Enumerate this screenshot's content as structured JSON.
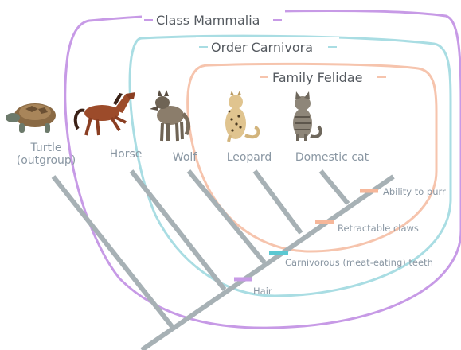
{
  "groups": {
    "mammalia": {
      "label": "Class Mammalia",
      "color": "#c79ae6"
    },
    "carnivora": {
      "label": "Order Carnivora",
      "color": "#a9dde3"
    },
    "felidae": {
      "label": "Family Felidae",
      "color": "#f6c4ad"
    }
  },
  "taxa": {
    "turtle": {
      "line1": "Turtle",
      "line2": "(outgroup)",
      "icon": "turtle-icon"
    },
    "horse": {
      "label": "Horse",
      "icon": "horse-icon"
    },
    "wolf": {
      "label": "Wolf",
      "icon": "wolf-icon"
    },
    "leopard": {
      "label": "Leopard",
      "icon": "leopard-icon"
    },
    "cat": {
      "label": "Domestic cat",
      "icon": "cat-icon"
    }
  },
  "traits": {
    "hair": {
      "label": "Hair",
      "color": "#c79ae6"
    },
    "teeth": {
      "label": "Carnivorous (meat-eating) teeth",
      "color": "#5bc8d2"
    },
    "claws": {
      "label": "Retractable claws",
      "color": "#f6b79a"
    },
    "purr": {
      "label": "Ability to purr",
      "color": "#f6b79a"
    }
  },
  "colors": {
    "tree": "#a7b1b5",
    "label_text": "#8a97a3",
    "title_text": "#555a60"
  }
}
